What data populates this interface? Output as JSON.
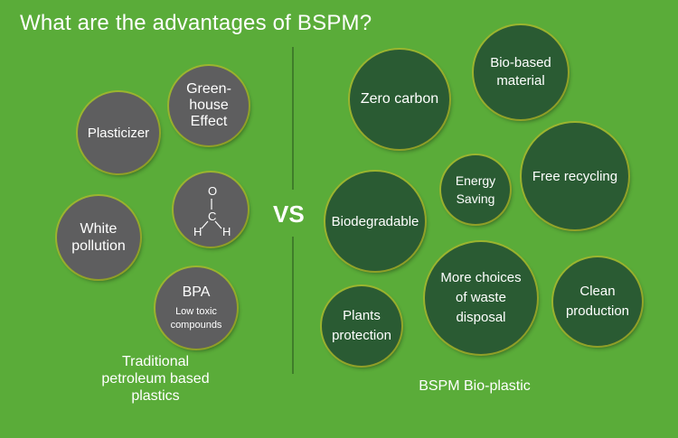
{
  "title": "What are the advantages of BSPM?",
  "vs_label": "VS",
  "left": {
    "caption": "Traditional\npetroleum based\nplastics",
    "items": [
      {
        "label": "Green-\nhouse\nEffect"
      },
      {
        "label": "Plasticizer"
      },
      {
        "label": "White\npollution"
      },
      {
        "label": "BPA",
        "sublabel": "Low toxic\ncompounds"
      }
    ],
    "formaldehyde": {
      "atoms": [
        "O",
        "C",
        "H",
        "H"
      ]
    }
  },
  "right": {
    "caption": "BSPM Bio-plastic",
    "items": [
      {
        "label": "Zero carbon"
      },
      {
        "label": "Bio-based\nmaterial"
      },
      {
        "label": "Energy\nSaving"
      },
      {
        "label": "Free recycling"
      },
      {
        "label": "Biodegradable"
      },
      {
        "label": "More choices\nof waste\ndisposal"
      },
      {
        "label": "Clean\nproduction"
      },
      {
        "label": "Plants\nprotection"
      }
    ]
  },
  "colors": {
    "background": "#5aac39",
    "traditional_circle": "#5e5e5f",
    "bio_circle": "#2a5b33",
    "text": "#ffffff"
  }
}
